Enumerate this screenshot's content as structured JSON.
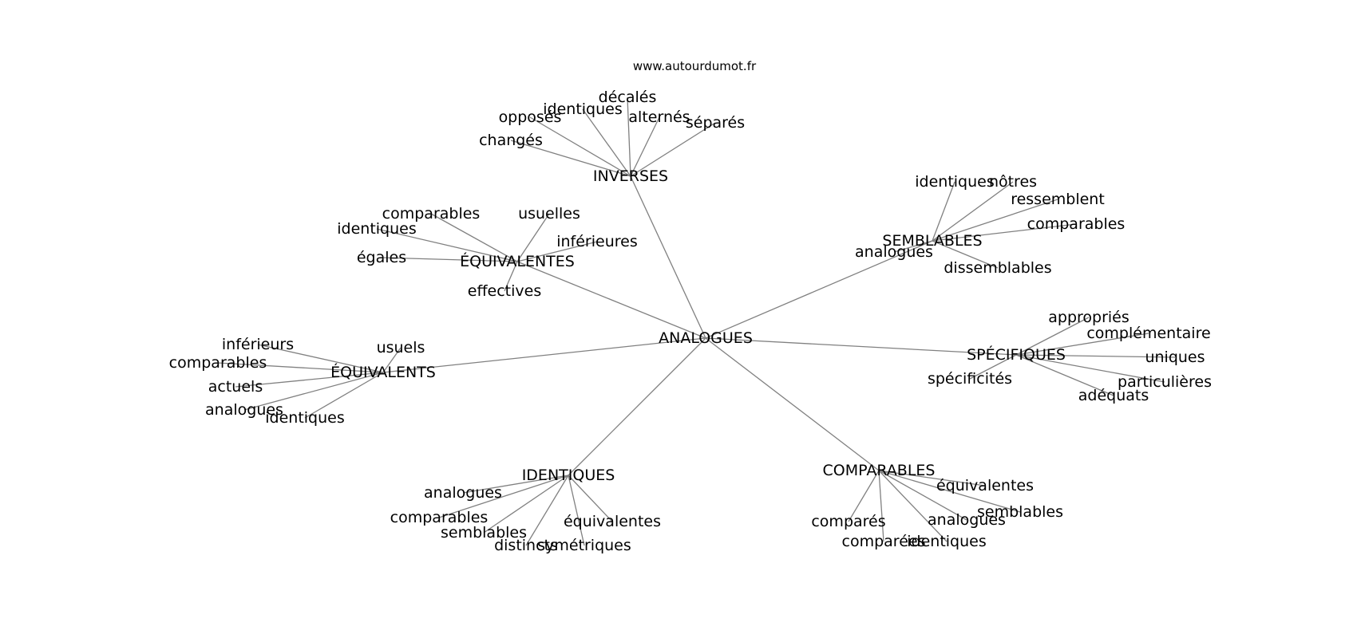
{
  "source": "www.autourdumot.fr",
  "graph": {
    "root": "ANALOGUES",
    "branches": [
      {
        "label": "INVERSES",
        "leaves": [
          "changés",
          "opposés",
          "identiques",
          "décalés",
          "alternés",
          "séparés"
        ]
      },
      {
        "label": "SEMBLABLES",
        "leaves": [
          "identiques",
          "nôtres",
          "ressemblent",
          "comparables",
          "analogues",
          "dissemblables"
        ]
      },
      {
        "label": "ÉQUIVALENTES",
        "leaves": [
          "comparables",
          "usuelles",
          "identiques",
          "inférieures",
          "égales",
          "effectives"
        ]
      },
      {
        "label": "ÉQUIVALENTS",
        "leaves": [
          "inférieurs",
          "comparables",
          "usuels",
          "actuels",
          "analogues",
          "identiques"
        ]
      },
      {
        "label": "SPÉCIFIQUES",
        "leaves": [
          "appropriés",
          "complémentaire",
          "uniques",
          "spécificités",
          "particulières",
          "adéquats"
        ]
      },
      {
        "label": "IDENTIQUES",
        "leaves": [
          "analogues",
          "comparables",
          "semblables",
          "distincts",
          "symétriques",
          "équivalentes"
        ]
      },
      {
        "label": "COMPARABLES",
        "leaves": [
          "équivalentes",
          "semblables",
          "analogues",
          "comparés",
          "comparées",
          "identiques"
        ]
      }
    ]
  },
  "colors": {
    "edge": "#808080",
    "text": "#000000",
    "background": "#ffffff"
  }
}
